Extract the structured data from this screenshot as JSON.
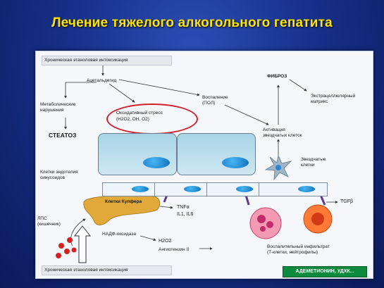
{
  "title": "Лечение тяжелого алкогольного гепатита",
  "diagram": {
    "top_bar": "Хроническая этаноловая интоксикация",
    "bottom_bar": "Хроническая этаноловая интоксикация",
    "acetaldehyde": "Ацетальдегид",
    "metabolic": "Метаболические нарушения",
    "steatosis": "СТЕАТОЗ",
    "oxidative_title": "Оксидативный стресс",
    "oxidative_formula": "(Н2О2, ОН, О2)",
    "inflammation": "Воспаление (ПОЛ)",
    "fibrosis": "ФИБРОЗ",
    "matrix": "Экстрацеллюлярный матрикс",
    "stellate_activation": "Активация звездчатых клеток",
    "stellate_cells": "Звездчатые клетки",
    "sinusoid_cells": "Клетки эндотелия синусоидов",
    "kupffer": "Клетки Купфера",
    "tnf": "TNFα",
    "il": "IL1, IL6",
    "tgf": "TGFβ",
    "lps": "ЛПС (кишечник)",
    "nadph": "НАДФ-оксидаза",
    "h2o2": "H2O2",
    "angiotensin": "Ангиотензин II",
    "infiltrate": "Воспалительный инфильтрат (Т-клетки, нейтрофилы)",
    "treatment_button": "АДЕМЕТИОНИН, УДХК..."
  },
  "colors": {
    "title": "#ffe400",
    "oval": "#d11f2b",
    "button": "#0c8a3e",
    "kupffer": "#e0a93a",
    "neutrophil": "#f06a8a",
    "tcell": "#ff6a2a"
  }
}
